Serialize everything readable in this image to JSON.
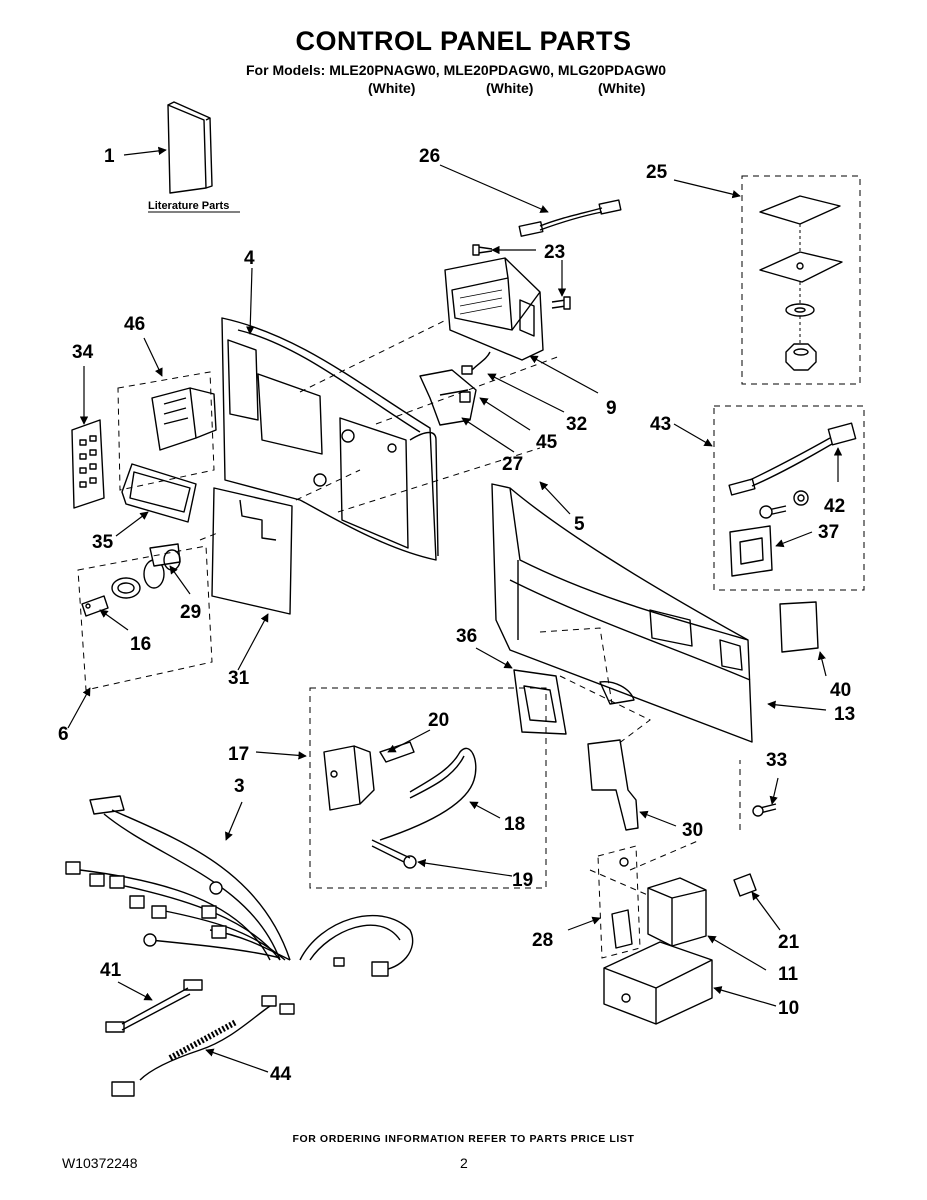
{
  "header": {
    "title": "CONTROL PANEL PARTS",
    "models_line": "For Models: MLE20PNAGW0, MLE20PDAGW0, MLG20PDAGW0",
    "variants": [
      "(White)",
      "(White)",
      "(White)"
    ]
  },
  "literature_label": "Literature Parts",
  "callouts": {
    "p1": "1",
    "p3": "3",
    "p4": "4",
    "p5": "5",
    "p6": "6",
    "p9": "9",
    "p10": "10",
    "p11": "11",
    "p13": "13",
    "p16": "16",
    "p17": "17",
    "p18": "18",
    "p19": "19",
    "p20": "20",
    "p21": "21",
    "p23": "23",
    "p25": "25",
    "p26": "26",
    "p27": "27",
    "p28": "28",
    "p29": "29",
    "p30": "30",
    "p31": "31",
    "p32": "32",
    "p33": "33",
    "p34": "34",
    "p35": "35",
    "p36": "36",
    "p37": "37",
    "p40": "40",
    "p41": "41",
    "p42": "42",
    "p43": "43",
    "p44": "44",
    "p45": "45",
    "p46": "46"
  },
  "footer": {
    "ordering_note": "FOR ORDERING INFORMATION REFER TO PARTS PRICE LIST",
    "doc_number": "W10372248",
    "page_number": "2"
  }
}
